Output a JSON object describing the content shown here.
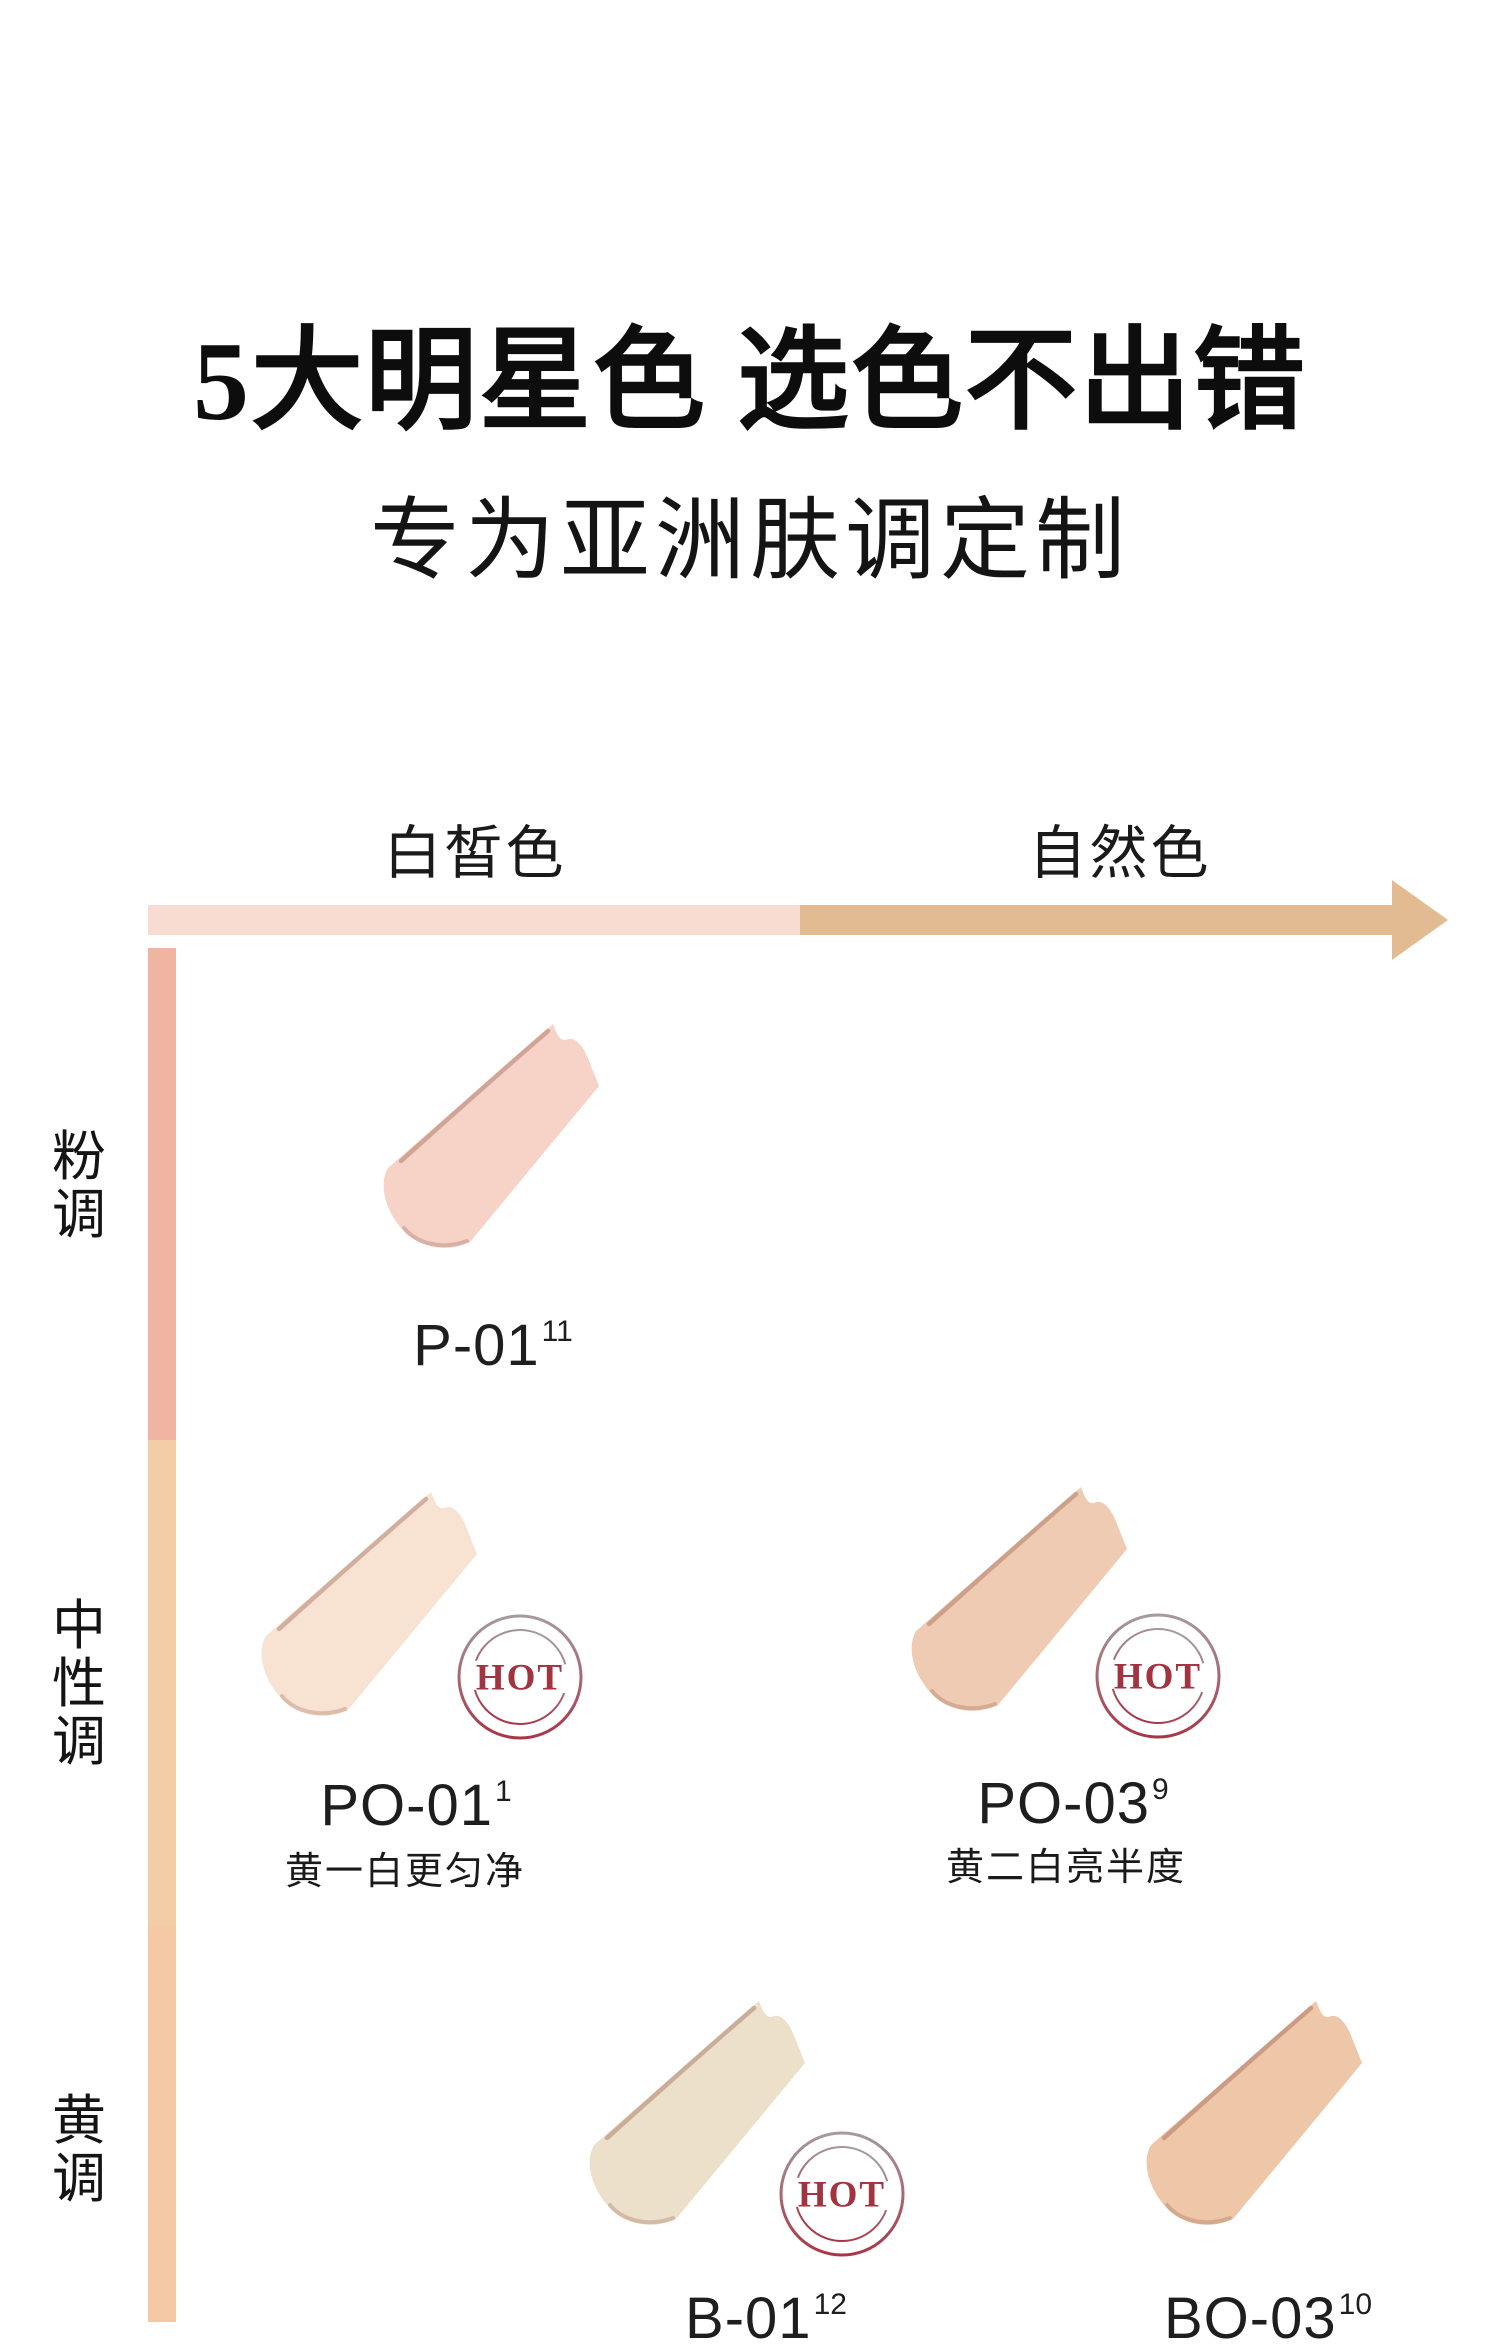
{
  "page": {
    "background": "#ffffff"
  },
  "header": {
    "title": "5大明星色 选色不出错",
    "subtitle": "专为亚洲肤调定制"
  },
  "chart": {
    "x_axis": {
      "left_label": "白皙色",
      "right_label": "自然色",
      "left_color": "#f8dcd2",
      "right_color": "#e3bb93"
    },
    "y_axis": {
      "labels": [
        "粉调",
        "中性调",
        "黄调"
      ],
      "segment_colors": [
        "#efb5a2",
        "#f3cda5",
        "#f6c9a6"
      ]
    },
    "hot_label": "HOT",
    "hot_color": "#a23340",
    "shades": [
      {
        "name": "P-01",
        "sup": "11",
        "caption": "",
        "row": "粉调",
        "column": "白皙色",
        "color": "#f6d2c7",
        "hot": false
      },
      {
        "name": "PO-01",
        "sup": "1",
        "caption": "黄一白更匀净",
        "row": "中性调",
        "column": "白皙色",
        "color": "#f8e3d3",
        "hot": true
      },
      {
        "name": "PO-03",
        "sup": "9",
        "caption": "黄二白亮半度",
        "row": "中性调",
        "column": "自然色",
        "color": "#f0cbb3",
        "hot": true
      },
      {
        "name": "B-01",
        "sup": "12",
        "caption": "",
        "row": "黄调",
        "column": "白皙色",
        "color": "#ece0cb",
        "hot": true
      },
      {
        "name": "BO-03",
        "sup": "10",
        "caption": "",
        "row": "黄调",
        "column": "自然色",
        "color": "#eec6a8",
        "hot": false
      }
    ]
  }
}
